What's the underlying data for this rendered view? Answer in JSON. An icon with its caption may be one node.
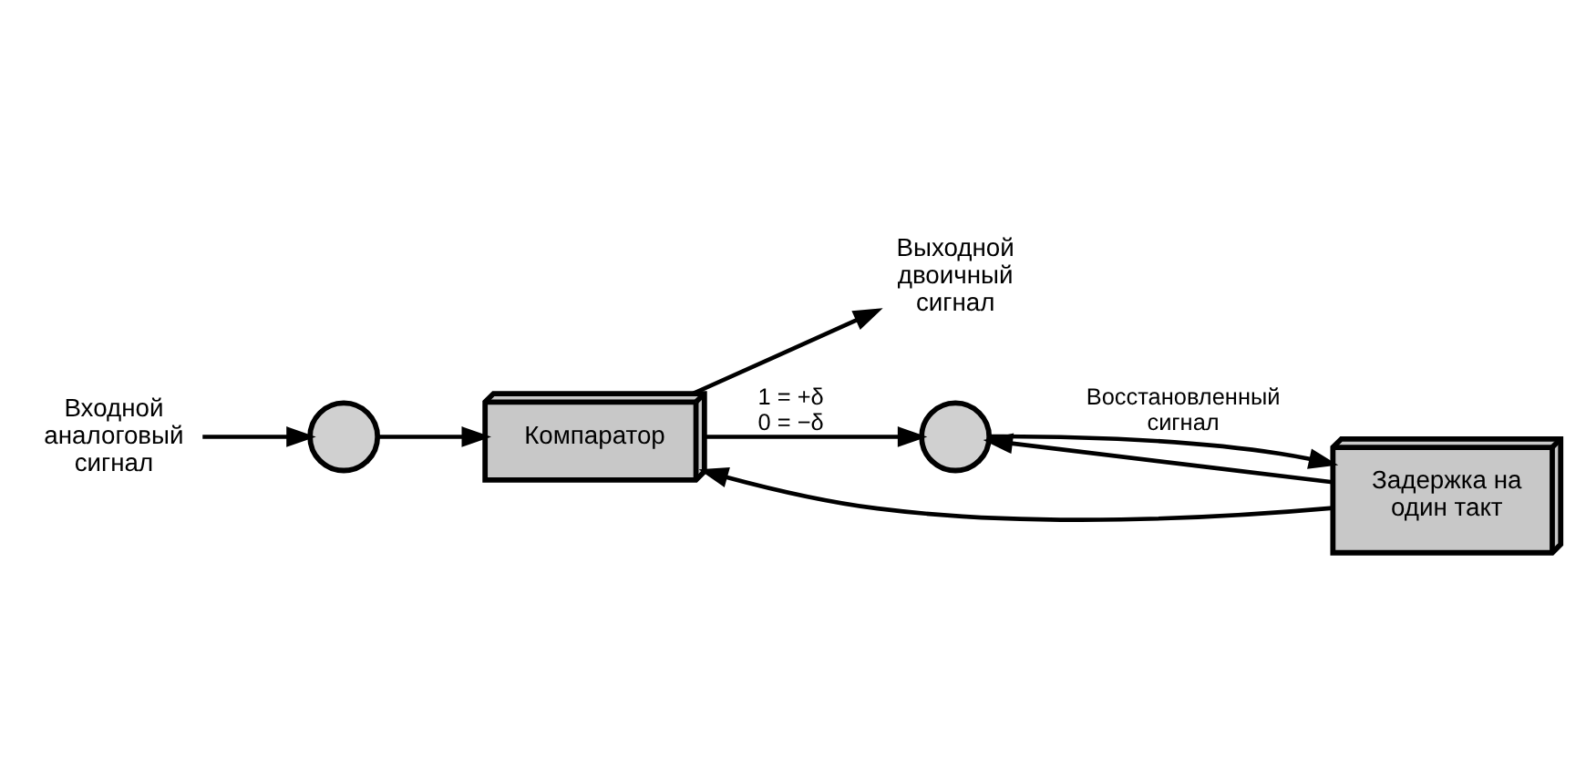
{
  "diagram": {
    "nodes": [
      {
        "text": [
          "Входной аналоговый сигнал"
        ]
      },
      {
        "text": [],
        "shape": "circle"
      },
      {
        "text": [
          "Компаратор"
        ]
      },
      {
        "text": [
          "Выходной двоичный сигнал"
        ]
      },
      {
        "text": [],
        "shape": "circle"
      },
      {
        "text": [
          "Задержка на один такт"
        ]
      }
    ],
    "edges": [
      {
        "from": 0,
        "to": 1,
        "arrow": "to"
      },
      {
        "from": 1,
        "to": 2,
        "arrow": "to"
      },
      {
        "from": 2,
        "to": 3,
        "arrow": "to"
      },
      {
        "from": 2,
        "to": 4,
        "arrow": "to",
        "label": "1 = +δ 0 = −δ"
      },
      {
        "from": 4,
        "to": 5,
        "arrow": "to",
        "label": "Восстановленный сигнал"
      },
      {
        "from": 5,
        "to": 2,
        "arrow": "to"
      },
      {
        "from": 5,
        "to": 4,
        "arrow": "to"
      }
    ]
  }
}
